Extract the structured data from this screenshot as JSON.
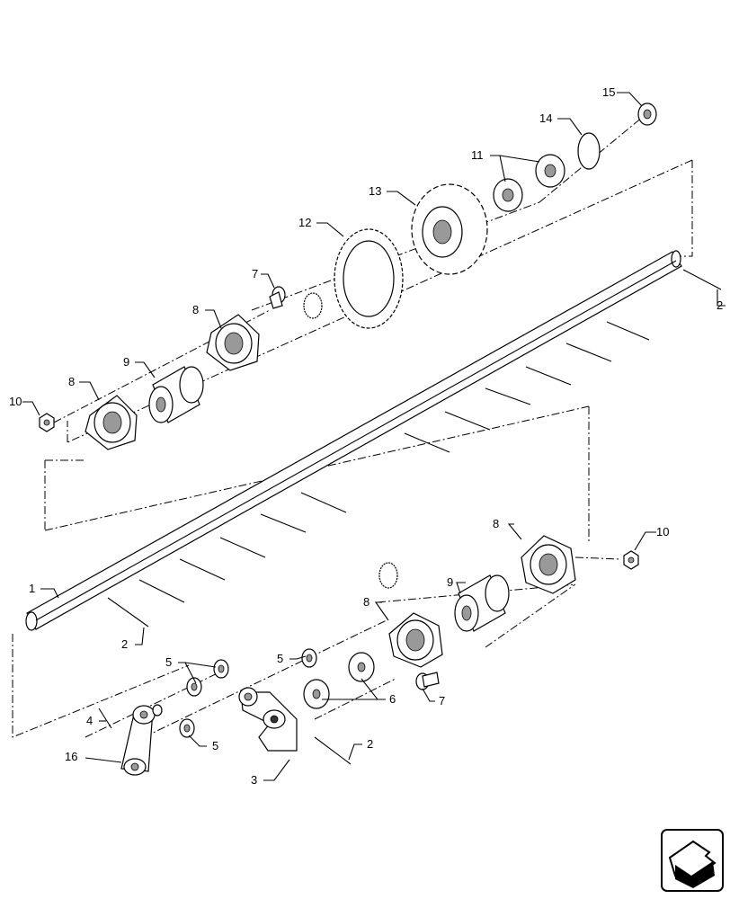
{
  "callouts": [
    {
      "id": "1",
      "label": "1"
    },
    {
      "id": "2a",
      "label": "2"
    },
    {
      "id": "2b",
      "label": "2"
    },
    {
      "id": "2c",
      "label": "2"
    },
    {
      "id": "3",
      "label": "3"
    },
    {
      "id": "4",
      "label": "4"
    },
    {
      "id": "5a",
      "label": "5"
    },
    {
      "id": "5b",
      "label": "5"
    },
    {
      "id": "5c",
      "label": "5"
    },
    {
      "id": "6",
      "label": "6"
    },
    {
      "id": "7a",
      "label": "7"
    },
    {
      "id": "7b",
      "label": "7"
    },
    {
      "id": "8a",
      "label": "8"
    },
    {
      "id": "8b",
      "label": "8"
    },
    {
      "id": "8c",
      "label": "8"
    },
    {
      "id": "8d",
      "label": "8"
    },
    {
      "id": "9a",
      "label": "9"
    },
    {
      "id": "9b",
      "label": "9"
    },
    {
      "id": "10a",
      "label": "10"
    },
    {
      "id": "10b",
      "label": "10"
    },
    {
      "id": "11",
      "label": "11"
    },
    {
      "id": "12",
      "label": "12"
    },
    {
      "id": "13",
      "label": "13"
    },
    {
      "id": "14",
      "label": "14"
    },
    {
      "id": "15",
      "label": "15"
    },
    {
      "id": "16",
      "label": "16"
    }
  ],
  "nav": {
    "icon": "next-page-arrow-icon"
  }
}
